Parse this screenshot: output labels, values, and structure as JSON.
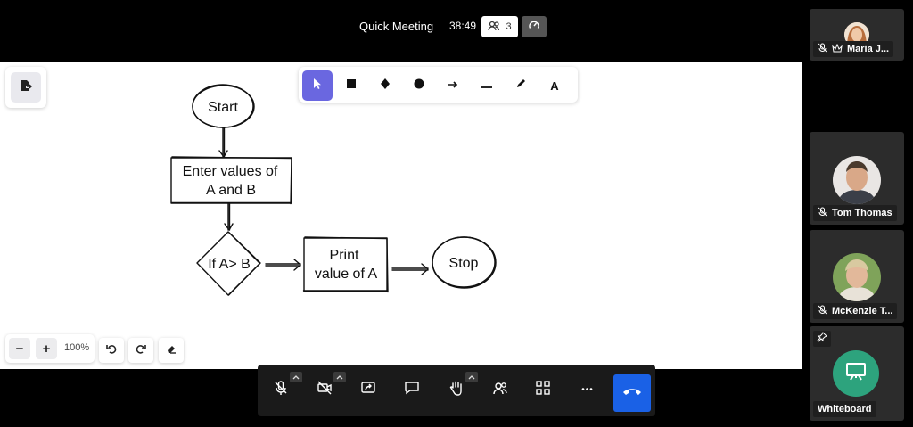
{
  "meeting": {
    "title": "Quick Meeting",
    "timer": "38:49",
    "participant_count": "3"
  },
  "toolbar": {
    "tools": [
      "select-icon",
      "rectangle-icon",
      "diamond-icon",
      "circle-icon",
      "arrow-icon",
      "line-icon",
      "pencil-icon",
      "text-icon"
    ],
    "active": "select-icon",
    "text_tool_glyph": "A",
    "accent": "#6a67e0"
  },
  "zoom": {
    "minus": "−",
    "plus": "+",
    "level": "100%"
  },
  "flowchart": {
    "start": "Start",
    "input_line1": "Enter values of",
    "input_line2": "A and B",
    "condition": "If A> B",
    "print_line1": "Print",
    "print_line2": "value of A",
    "stop": "Stop"
  },
  "controls": {
    "buttons": [
      "mic-muted-icon",
      "video-off-icon",
      "share-screen-icon",
      "chat-icon",
      "raise-hand-icon",
      "participants-icon",
      "grid-view-icon",
      "more-icon",
      "end-call-icon"
    ],
    "more_glyph": "•••",
    "end_call_color": "#1a61e6"
  },
  "participants": [
    {
      "name": "Maria J...",
      "muted": true,
      "host": true
    },
    {
      "name": "Tom Thomas",
      "muted": true
    },
    {
      "name": "McKenzie T...",
      "muted": true
    }
  ],
  "whiteboard_tile": {
    "label": "Whiteboard",
    "color": "#2da37d"
  }
}
